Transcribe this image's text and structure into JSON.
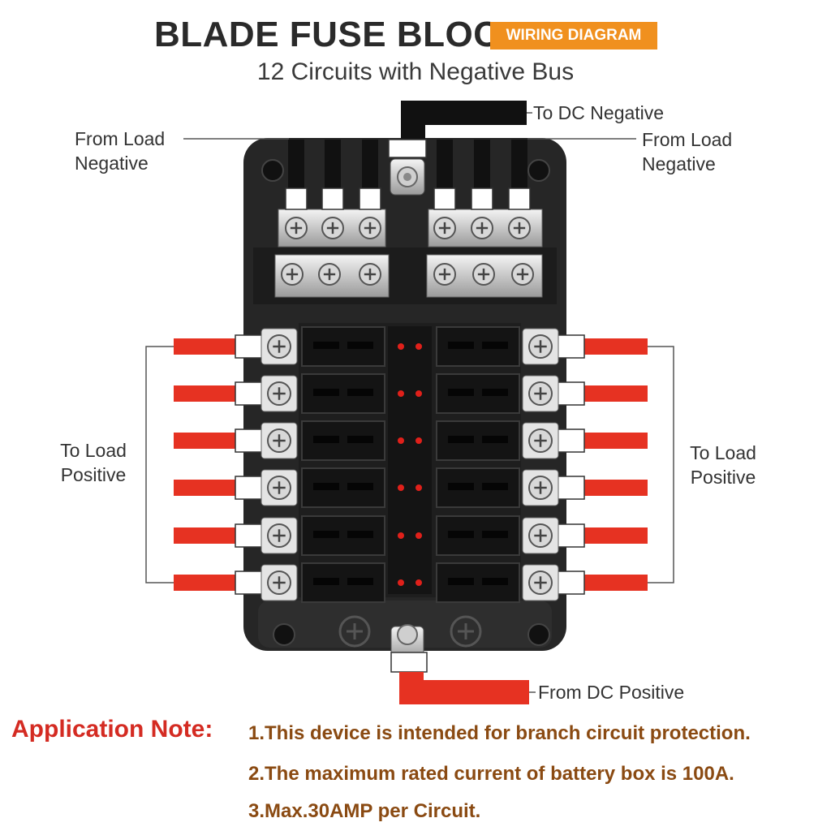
{
  "header": {
    "title": "BLADE FUSE BLOCK",
    "badge": "WIRING DIAGRAM",
    "subtitle": "12 Circuits with Negative Bus"
  },
  "labels": {
    "to_dc_negative": "To DC Negative",
    "from_load_negative_left": [
      "From Load",
      "Negative"
    ],
    "from_load_negative_right": [
      "From Load",
      "Negative"
    ],
    "to_load_positive_left": [
      "To Load",
      "Positive"
    ],
    "to_load_positive_right": [
      "To Load",
      "Positive"
    ],
    "from_dc_positive": "From DC Positive"
  },
  "note": {
    "heading": "Application Note:",
    "lines": [
      "1.This device is intended for branch circuit protection.",
      "2.The maximum rated current of battery box is 100A.",
      "3.Max.30AMP per Circuit."
    ]
  },
  "colors": {
    "wire_positive": "#e63222",
    "wire_negative": "#111111",
    "housing": "#262626",
    "accent": "#f0901e",
    "note_heading": "#d42b22",
    "note_text": "#8a4a12"
  },
  "icons": [
    "screw-icon",
    "led-indicator-icon",
    "plus-symbol-icon"
  ]
}
